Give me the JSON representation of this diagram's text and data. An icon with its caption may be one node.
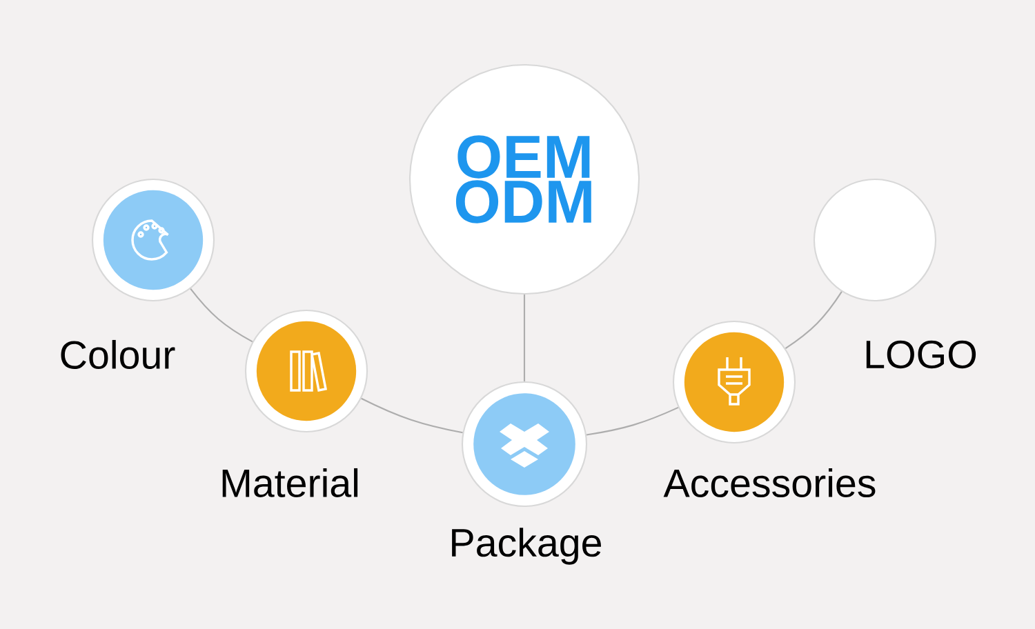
{
  "diagram": {
    "nodes": [
      {
        "text": [
          "OEM ODM"
        ]
      },
      {
        "text": [],
        "shape": "circle",
        "beside": [
          "Colour"
        ]
      },
      {
        "text": [],
        "shape": "circle",
        "beside": [
          "Material"
        ]
      },
      {
        "text": [],
        "shape": "circle",
        "beside": [
          "Package"
        ]
      },
      {
        "text": [],
        "shape": "circle",
        "beside": [
          "Accessories"
        ]
      },
      {
        "text": [],
        "shape": "circle",
        "beside": [
          "LOGO"
        ]
      }
    ],
    "edges": [
      {
        "from": 0,
        "to": 3,
        "arrow": "none"
      },
      {
        "from": 1,
        "to": 2,
        "arrow": "none"
      },
      {
        "from": 2,
        "to": 3,
        "arrow": "none"
      },
      {
        "from": 3,
        "to": 4,
        "arrow": "none"
      },
      {
        "from": 4,
        "to": 5,
        "arrow": "none"
      }
    ]
  }
}
